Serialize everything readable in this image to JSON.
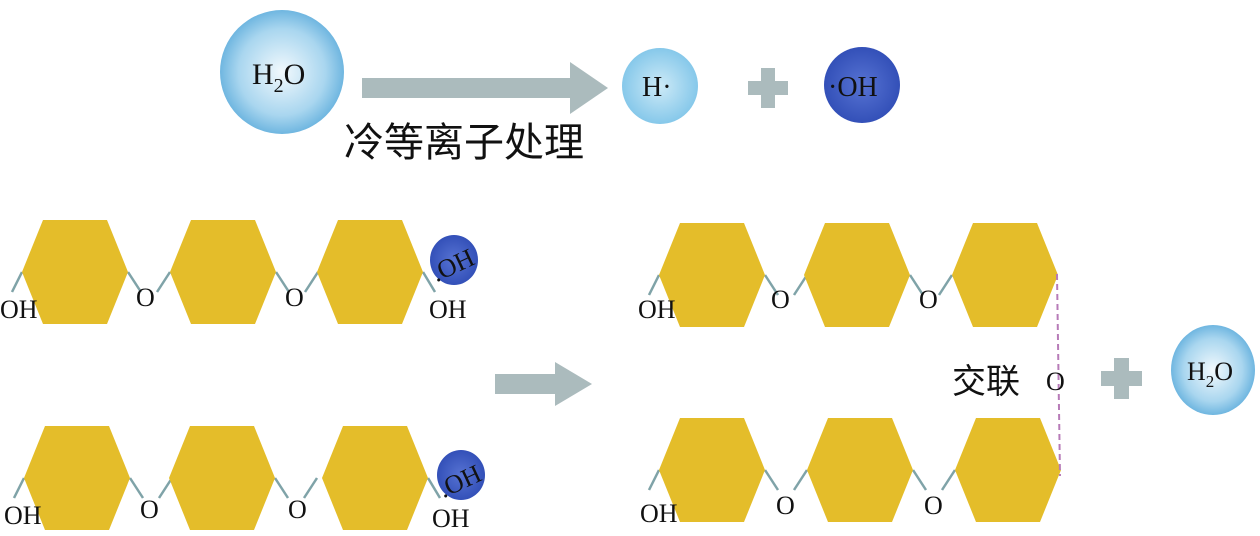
{
  "top": {
    "reactant": {
      "text": "H",
      "sub": "2",
      "tail": "O"
    },
    "process_label": "冷等离子处理",
    "product1": "H·",
    "product2": "·OH"
  },
  "chains_left": {
    "end_left": "OH",
    "link": "O",
    "end_right": "OH",
    "radical": ".OH"
  },
  "chains_right": {
    "end_left": "OH",
    "link": "O",
    "crosslink_label": "交联",
    "crosslink_atom": "O",
    "byproduct": {
      "text": "H",
      "sub": "2",
      "tail": "O"
    }
  },
  "colors": {
    "hexagon": "#e4bd2a",
    "arrow": "#abbbbd",
    "water": "#8ec9e8",
    "h_radical": "#9ed3ee",
    "oh_radical": "#3f5fc4",
    "crosslink_line": "#b77bb8",
    "bond": "#7fa3a8"
  }
}
